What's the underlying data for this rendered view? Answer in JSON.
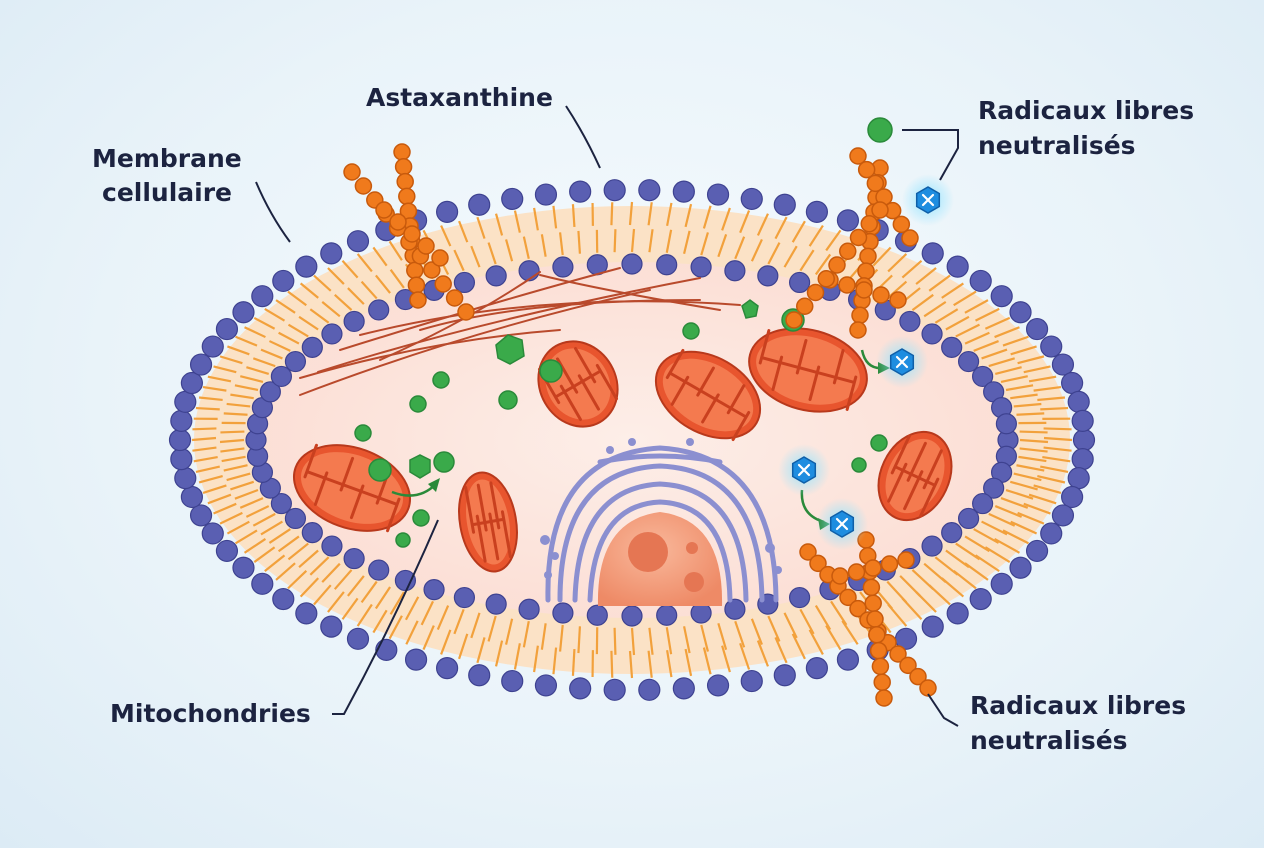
{
  "labels": {
    "membrane": [
      "Membrane",
      "cellulaire"
    ],
    "astaxanthine": "Astaxanthine",
    "radicaux_top": [
      "Radicaux libres",
      "neutralisés"
    ],
    "radicaux_bottom": [
      "Radicaux libres",
      "neutralisés"
    ],
    "mitochondries": "Mitochondries"
  },
  "colors": {
    "phospholipid_head": "#5a5fb2",
    "lipid_tail": "#f2a13c",
    "cytoplasm": "#fde7df",
    "mitochondria": "#e8552e",
    "astaxanthin": "#f07a1c",
    "antioxidant": "#3aaa4a",
    "free_radical": "#1e8de0",
    "golgi": "#8b8fd0",
    "nucleus": "#f39a78",
    "filament": "#b94a2c"
  }
}
